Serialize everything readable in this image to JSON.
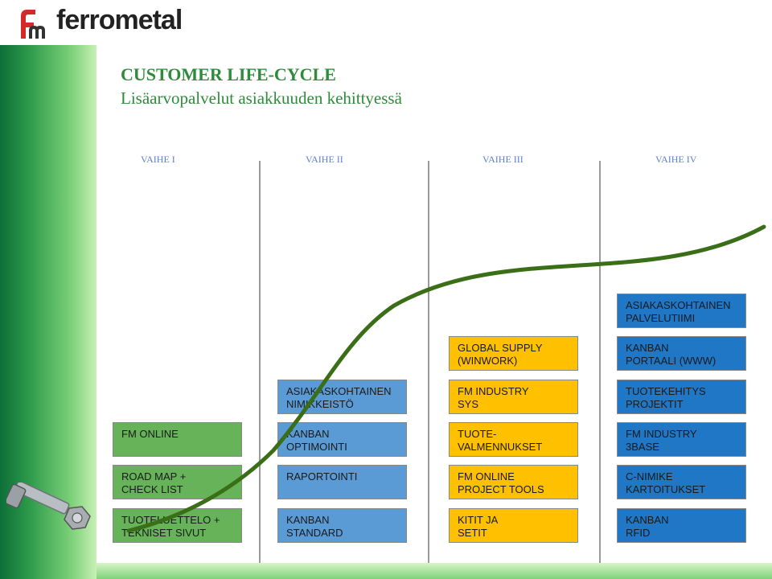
{
  "header": {
    "logo_text": "ferrometal"
  },
  "title": "CUSTOMER LIFE-CYCLE",
  "subtitle": "Lisäarvopalvelut asiakkuuden kehittyessä",
  "phases": [
    "VAIHE I",
    "VAIHE II",
    "VAIHE III",
    "VAIHE IV"
  ],
  "col1": {
    "b1": "FM ONLINE",
    "b2a": "ROAD MAP +",
    "b2b": "CHECK LIST",
    "b3a": "TUOTELUETTELO +",
    "b3b": "TEKNISET SIVUT"
  },
  "col2": {
    "b1a": "ASIAKASKOHTAINEN",
    "b1b": "NIMIKKEISTÖ",
    "b2a": "KANBAN",
    "b2b": "OPTIMOINTI",
    "b3": "RAPORTOINTI",
    "b4a": "KANBAN",
    "b4b": "STANDARD"
  },
  "col3": {
    "b1a": "GLOBAL SUPPLY",
    "b1b": "(WINWORK)",
    "b2a": "FM INDUSTRY",
    "b2b": "SYS",
    "b3a": "TUOTE-",
    "b3b": "VALMENNUKSET",
    "b4a": "FM ONLINE",
    "b4b": "PROJECT TOOLS",
    "b5a": "KITIT JA",
    "b5b": "SETIT"
  },
  "col4": {
    "b1a": "ASIAKASKOHTAINEN",
    "b1b": "PALVELUTIIMI",
    "b2a": "KANBAN",
    "b2b": "PORTAALI (WWW)",
    "b3a": "TUOTEKEHITYS",
    "b3b": "PROJEKTIT",
    "b4a": "FM INDUSTRY",
    "b4b": "3BASE",
    "b5a": "C-NIMIKE",
    "b5b": "KARTOITUKSET",
    "b6a": "KANBAN",
    "b6b": "RFID"
  },
  "colors": {
    "green": "#66b35a",
    "light_blue": "#5b9bd5",
    "gold": "#ffc000",
    "dark_blue": "#1f77c6",
    "curve": "#3a6e17",
    "title": "#2e8b3a"
  }
}
